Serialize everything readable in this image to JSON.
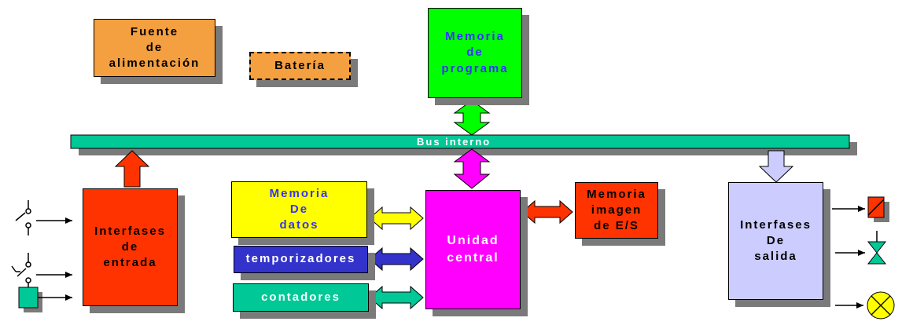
{
  "colors": {
    "fuente": "#f5a040",
    "bateria": "#f5a040",
    "memoria_programa": "#00ff00",
    "memoria_programa_text": "#3333ff",
    "bus": "#00c896",
    "interfases_entrada": "#ff3300",
    "memoria_datos": "#ffff00",
    "memoria_datos_text": "#3333ff",
    "temporizadores": "#3333cc",
    "contadores": "#00c896",
    "unidad_central": "#ff00ff",
    "memoria_imagen": "#ff3300",
    "interfases_salida": "#ccccff"
  },
  "blocks": {
    "fuente": "Fuente\nde\nalimentación",
    "bateria": "Batería",
    "memoria_programa": "Memoria\nde\nprograma",
    "bus": "Bus interno",
    "interfases_entrada": "Interfases\nde\nentrada",
    "memoria_datos": "Memoria\nDe\ndatos",
    "temporizadores": "temporizadores",
    "contadores": "contadores",
    "unidad_central": "Unidad\ncentral",
    "memoria_imagen": "Memoria\nimagen\nde E/S",
    "interfases_salida": "Interfases\nDe\nsalida"
  },
  "icons": {
    "inputs": [
      "switch-icon",
      "pushbutton-switch-icon",
      "sensor-icon"
    ],
    "outputs": [
      "relay-coil-icon",
      "valve-icon",
      "lamp-icon"
    ]
  }
}
